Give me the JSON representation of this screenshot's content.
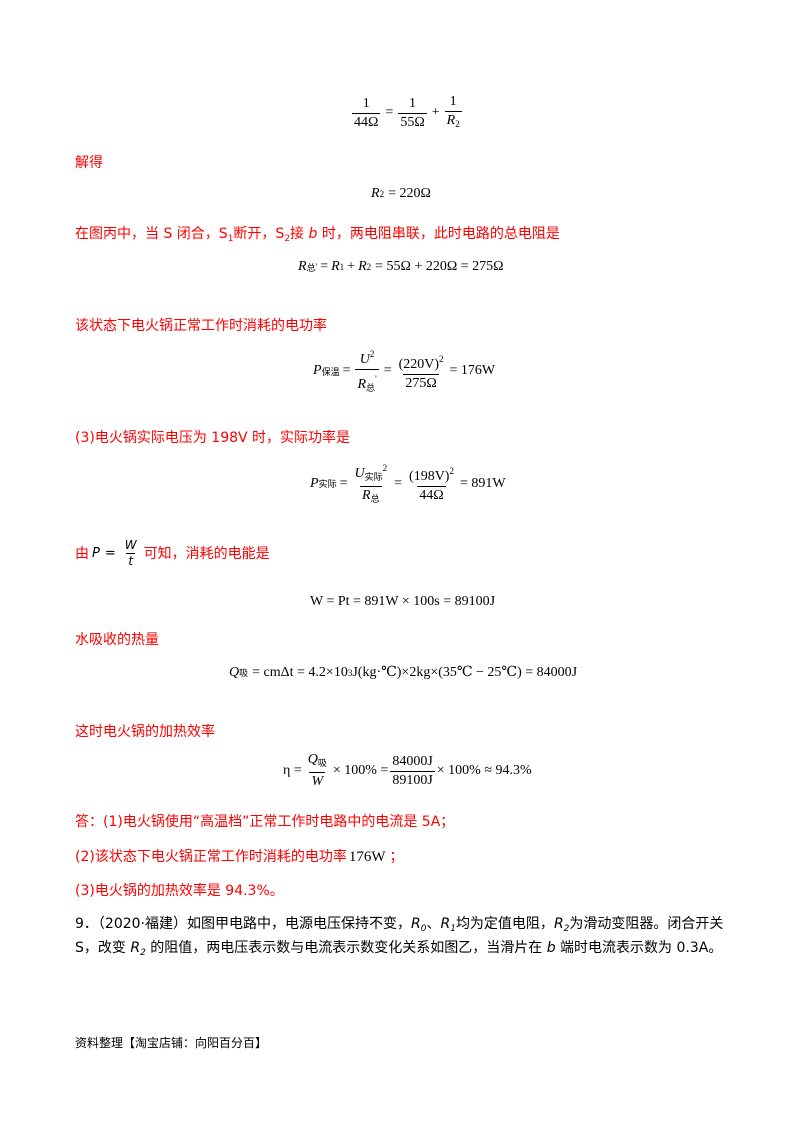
{
  "eq1": {
    "lhs_num": "1",
    "lhs_den": "44Ω",
    "a_num": "1",
    "a_den": "55Ω",
    "plus": "+",
    "b_num": "1",
    "b_den_R": "R",
    "b_den_sub": "2",
    "eq": "="
  },
  "text_jiede": "解得",
  "eq2": {
    "R": "R",
    "sub": "2",
    "rhs": "= 220Ω"
  },
  "text_fig_c": {
    "p1": "在图丙中，当 S 闭合，S",
    "s1": "1",
    "p2": "断开，S",
    "s2": "2",
    "p3": "接 ",
    "b": "b",
    "p4": " 时，两电阻串联，此时电路的总电阻是"
  },
  "eq3": {
    "R": "R",
    "sub": "总",
    "prime": "'",
    "rhs1": "=",
    "R1": "R",
    "s1": "1",
    "plus": "+",
    "R2": "R",
    "s2": "2",
    "rhs2": "= 55Ω + 220Ω = 275Ω"
  },
  "text_state_power": "该状态下电火锅正常工作时消耗的电功率",
  "eq4": {
    "P": "P",
    "sub": "保温",
    "eq": "=",
    "U": "U",
    "usup": "2",
    "R": "R",
    "rsub": "总",
    "prime": "'",
    "num2": "(220V)",
    "num2sup": "2",
    "den2": "275Ω",
    "rhs": "= 176W"
  },
  "text_q3": "(3)电火锅实际电压为 198V 时，实际功率是",
  "eq5": {
    "P": "P",
    "sub": "实际",
    "eq": "=",
    "U": "U",
    "usub": "实际",
    "usup": "2",
    "R": "R",
    "rsub": "总",
    "num2": "(198V)",
    "num2sup": "2",
    "den2": "44Ω",
    "rhs": "= 891W"
  },
  "text_you": {
    "pre": "由",
    "P": "P",
    "eq": "=",
    "W": "W",
    "t": "t",
    "post": "可知，消耗的电能是"
  },
  "eq6": {
    "text": "W = Pt = 891W × 100s = 89100J"
  },
  "text_water": "水吸收的热量",
  "eq7": {
    "Q": "Q",
    "sub": "吸",
    "text": "= cmΔt = 4.2×10",
    "sup": "3",
    "text2": "J(kg·℃)×2kg×(35℃ − 25℃) = 84000J"
  },
  "text_eff": "这时电火锅的加热效率",
  "eq8": {
    "eta": "η =",
    "Q": "Q",
    "qsub": "吸",
    "W": "W",
    "times": "× 100% =",
    "num2": "84000J",
    "den2": "89100J",
    "rhs": "× 100% ≈ 94.3%"
  },
  "ans1": "答：(1)电火锅使用“高温档”正常工作时电路中的电流是 5A；",
  "ans2": {
    "text": "(2)该状态下电火锅正常工作时消耗的电功率",
    "val": "176W",
    "end": "；"
  },
  "ans3": "(3)电火锅的加热效率是 94.3%。",
  "q9": {
    "line1_a": "9．（2020·福建）如图甲电路中，电源电压保持不变，",
    "R0": "R",
    "R0s": "0",
    "sep": "、",
    "R1": "R",
    "R1s": "1",
    "line1_b": "均为定值电阻，",
    "R2": "R",
    "R2s": "2",
    "line1_c": "为滑动变阻器。闭合开关",
    "line2_a": "S，改变 ",
    "R2b": "R",
    "R2bs": "2",
    "line2_b": " 的阻值，两电压表示数与电流表示数变化关系如图乙，当滑片在 ",
    "b": "b",
    "line2_c": " 端时电流表示数为 0.3A。"
  },
  "footer": "资料整理【淘宝店铺：向阳百分百】"
}
